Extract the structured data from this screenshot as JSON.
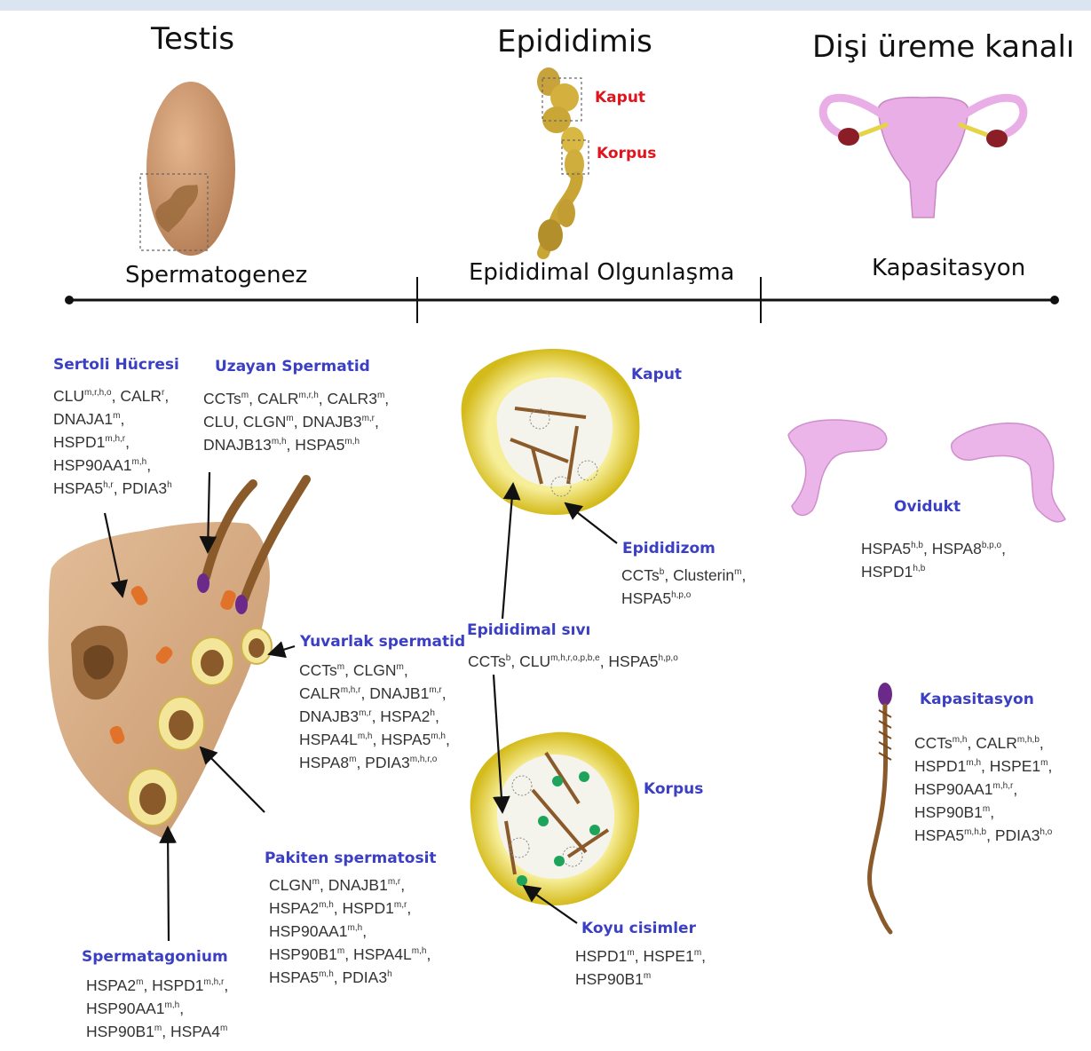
{
  "stages": {
    "testis": {
      "title": "Testis",
      "process": "Spermatogenez"
    },
    "epididymis": {
      "title": "Epididimis",
      "process": "Epididimal Olgunlaşma",
      "regions": [
        "Kaput",
        "Korpus"
      ]
    },
    "female": {
      "title": "Dişi üreme kanalı",
      "process": "Kapasitasyon"
    }
  },
  "cells": {
    "sertoli": {
      "title": "Sertoli Hücresi",
      "lines": [
        [
          [
            "CLU",
            "m,r,h,o"
          ],
          [
            "CALR",
            "r"
          ]
        ],
        [
          [
            "DNAJA1",
            "m"
          ]
        ],
        [
          [
            "HSPD1",
            "m,h,r"
          ]
        ],
        [
          [
            "HSP90AA1",
            "m,h"
          ]
        ],
        [
          [
            "HSPA5",
            "h,r"
          ],
          [
            "PDIA3",
            "h"
          ]
        ]
      ]
    },
    "elongating": {
      "title": "Uzayan Spermatid",
      "lines": [
        [
          [
            "CCTs",
            "m"
          ],
          [
            "CALR",
            "m,r,h"
          ],
          [
            "CALR3",
            "m"
          ]
        ],
        [
          [
            "CLU",
            ""
          ],
          [
            "CLGN",
            "m"
          ],
          [
            "DNAJB3",
            "m,r"
          ]
        ],
        [
          [
            "DNAJB13",
            "m,h"
          ],
          [
            "HSPA5",
            "m,h"
          ]
        ]
      ]
    },
    "round": {
      "title": "Yuvarlak spermatid",
      "lines": [
        [
          [
            "CCTs",
            "m"
          ],
          [
            "CLGN",
            "m"
          ]
        ],
        [
          [
            "CALR",
            "m,h,r"
          ],
          [
            "DNAJB1",
            "m,r"
          ]
        ],
        [
          [
            "DNAJB3",
            "m,r"
          ],
          [
            "HSPA2",
            "h"
          ]
        ],
        [
          [
            "HSPA4L",
            "m,h"
          ],
          [
            "HSPA5",
            "m,h"
          ]
        ],
        [
          [
            "HSPA8",
            "m"
          ],
          [
            "PDIA3",
            "m,h,r,o"
          ]
        ]
      ]
    },
    "pachytene": {
      "title": "Pakiten spermatosit",
      "lines": [
        [
          [
            "CLGN",
            "m"
          ],
          [
            "DNAJB1",
            "m,r"
          ]
        ],
        [
          [
            "HSPA2",
            "m,h"
          ],
          [
            "HSPD1",
            "m,r"
          ]
        ],
        [
          [
            "HSP90AA1",
            "m,h"
          ]
        ],
        [
          [
            "HSP90B1",
            "m"
          ],
          [
            "HSPA4L",
            "m,h"
          ]
        ],
        [
          [
            "HSPA5",
            "m,h"
          ],
          [
            "PDIA3",
            "h"
          ]
        ]
      ]
    },
    "spermatogonium": {
      "title": "Spermatagonium",
      "lines": [
        [
          [
            "HSPA2",
            "m"
          ],
          [
            "HSPD1",
            "m,h,r"
          ]
        ],
        [
          [
            "HSP90AA1",
            "m,h"
          ]
        ],
        [
          [
            "HSP90B1",
            "m"
          ],
          [
            "HSPA4",
            "m"
          ]
        ]
      ]
    },
    "kaput": {
      "title": "Kaput"
    },
    "epididymosome": {
      "title": "Epididizom",
      "lines": [
        [
          [
            "CCTs",
            "b"
          ],
          [
            "Clusterin",
            "m"
          ]
        ],
        [
          [
            "HSPA5",
            "h,p,o"
          ]
        ]
      ]
    },
    "epid_fluid": {
      "title": "Epididimal sıvı",
      "lines": [
        [
          [
            "CCTs",
            "b"
          ],
          [
            "CLU",
            "m,h,r,o,p,b,e"
          ],
          [
            "HSPA5",
            "h,p,o"
          ]
        ]
      ]
    },
    "korpus": {
      "title": "Korpus"
    },
    "dense_bodies": {
      "title": "Koyu cisimler",
      "lines": [
        [
          [
            "HSPD1",
            "m"
          ],
          [
            "HSPE1",
            "m"
          ]
        ],
        [
          [
            "HSP90B1",
            "m"
          ]
        ]
      ]
    },
    "oviduct": {
      "title": "Ovidukt",
      "lines": [
        [
          [
            "HSPA5",
            "h,b"
          ],
          [
            "HSPA8",
            "b,p,o"
          ]
        ],
        [
          [
            "HSPD1",
            "h,b"
          ]
        ]
      ]
    },
    "capacitation": {
      "title": "Kapasitasyon",
      "lines": [
        [
          [
            "CCTs",
            "m,h"
          ],
          [
            "CALR",
            "m,h,b"
          ]
        ],
        [
          [
            "HSPD1",
            "m,h"
          ],
          [
            "HSPE1",
            "m"
          ]
        ],
        [
          [
            "HSP90AA1",
            "m,h,r"
          ]
        ],
        [
          [
            "HSP90B1",
            "m"
          ]
        ],
        [
          [
            "HSPA5",
            "m,h,b"
          ],
          [
            "PDIA3",
            "h,o"
          ]
        ]
      ]
    }
  },
  "colors": {
    "title_blue": "#3b3fc4",
    "region_red": "#e0141c",
    "epididymis_gold": "#d8b52a",
    "uterus_pink": "#e9aee6",
    "testis_tan": "#c9966c",
    "sperm_brown": "#8a5a2b",
    "dense_body_green": "#1ea45a"
  }
}
